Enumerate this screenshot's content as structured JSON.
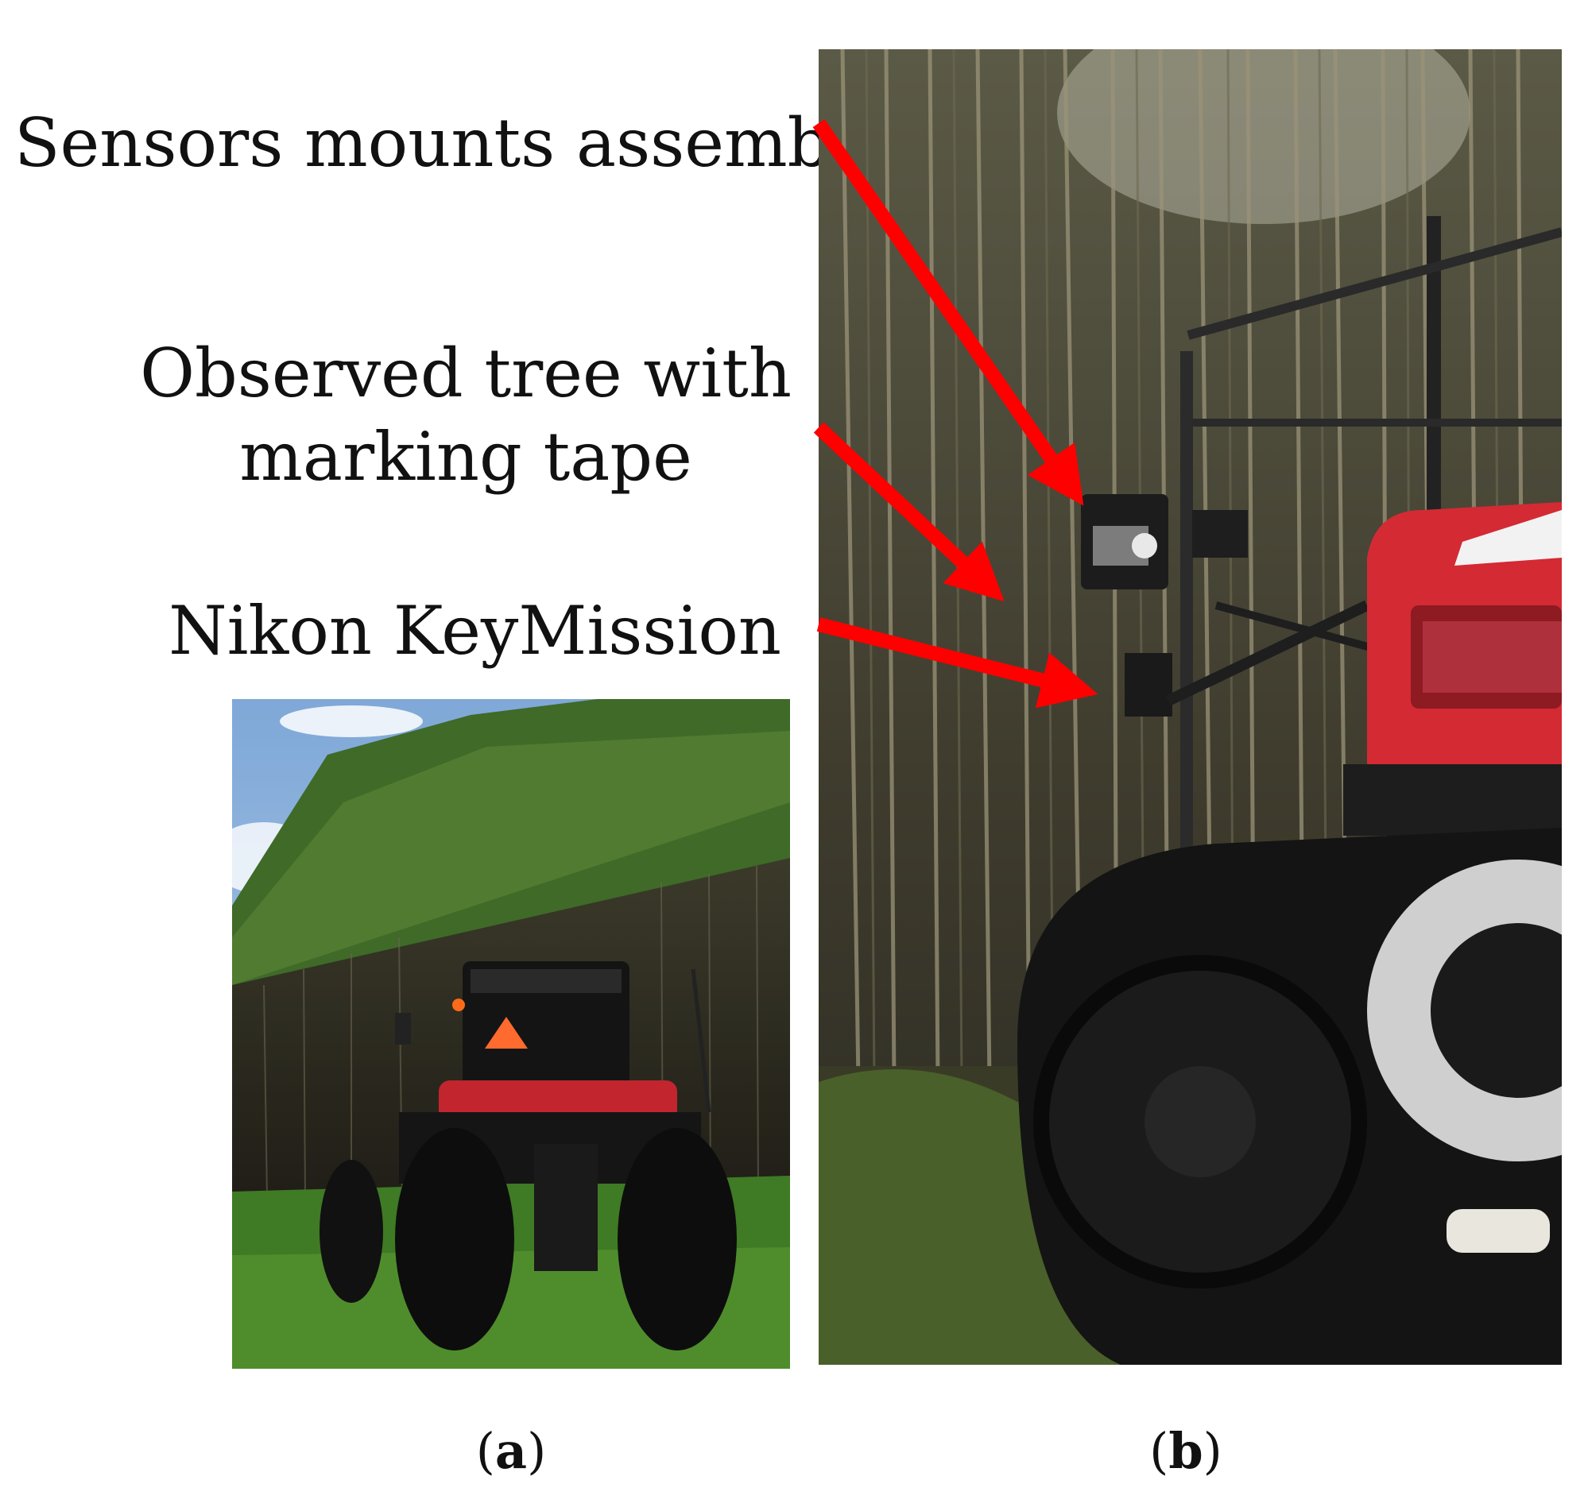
{
  "labels": {
    "sensors": "Sensors mounts assembly",
    "observed_line1": "Observed tree with",
    "observed_line2": "marking tape",
    "nikon": "Nikon KeyMission"
  },
  "panels": {
    "a": "a",
    "b": "b"
  },
  "colors": {
    "arrow": "#ff0000",
    "tractor_red": "#d42a33"
  }
}
